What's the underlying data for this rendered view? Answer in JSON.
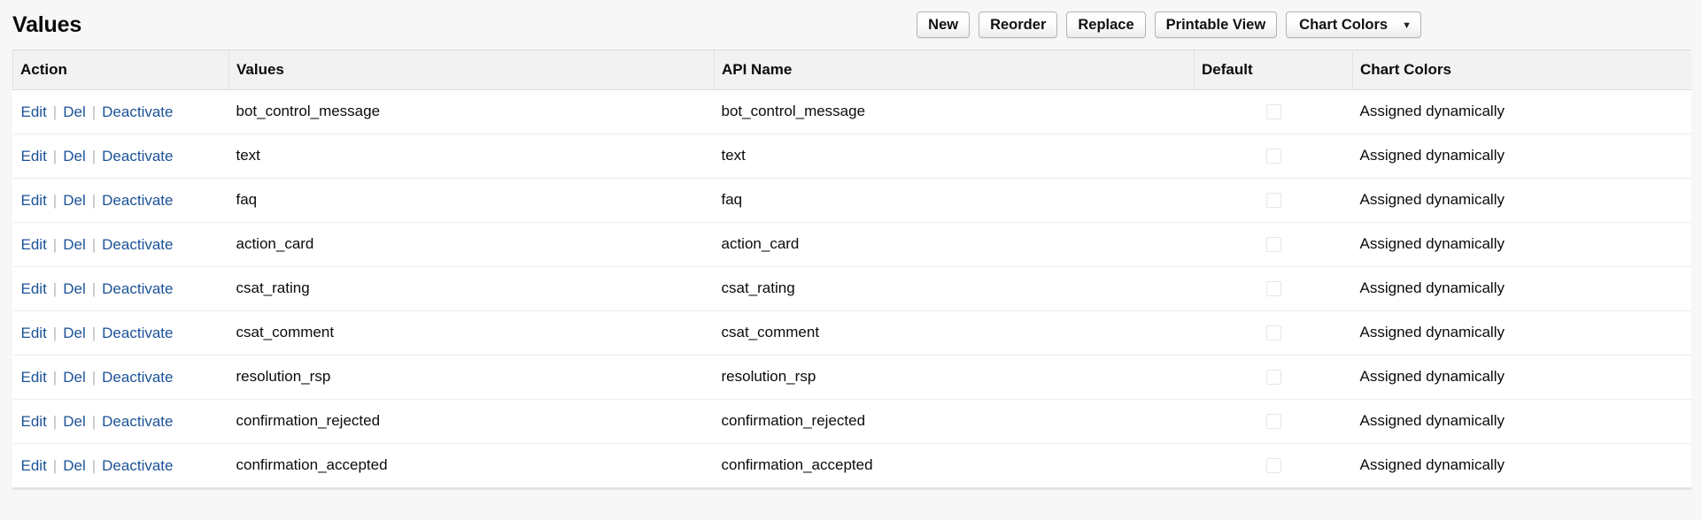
{
  "header": {
    "title": "Values"
  },
  "toolbar": {
    "new_label": "New",
    "reorder_label": "Reorder",
    "replace_label": "Replace",
    "printable_view_label": "Printable View",
    "chart_colors_label": "Chart Colors",
    "chart_colors_caret": "▼"
  },
  "table": {
    "columns": [
      {
        "key": "action",
        "label": "Action"
      },
      {
        "key": "values",
        "label": "Values"
      },
      {
        "key": "api",
        "label": "API Name"
      },
      {
        "key": "default",
        "label": "Default"
      },
      {
        "key": "chart",
        "label": "Chart Colors"
      }
    ],
    "actions": {
      "edit_label": "Edit",
      "del_label": "Del",
      "deactivate_label": "Deactivate",
      "separator": "|"
    },
    "rows": [
      {
        "value": "bot_control_message",
        "api_name": "bot_control_message",
        "default_checked": false,
        "chart_colors": "Assigned dynamically"
      },
      {
        "value": "text",
        "api_name": "text",
        "default_checked": false,
        "chart_colors": "Assigned dynamically"
      },
      {
        "value": "faq",
        "api_name": "faq",
        "default_checked": false,
        "chart_colors": "Assigned dynamically"
      },
      {
        "value": "action_card",
        "api_name": "action_card",
        "default_checked": false,
        "chart_colors": "Assigned dynamically"
      },
      {
        "value": "csat_rating",
        "api_name": "csat_rating",
        "default_checked": false,
        "chart_colors": "Assigned dynamically"
      },
      {
        "value": "csat_comment",
        "api_name": "csat_comment",
        "default_checked": false,
        "chart_colors": "Assigned dynamically"
      },
      {
        "value": "resolution_rsp",
        "api_name": "resolution_rsp",
        "default_checked": false,
        "chart_colors": "Assigned dynamically"
      },
      {
        "value": "confirmation_rejected",
        "api_name": "confirmation_rejected",
        "default_checked": false,
        "chart_colors": "Assigned dynamically"
      },
      {
        "value": "confirmation_accepted",
        "api_name": "confirmation_accepted",
        "default_checked": false,
        "chart_colors": "Assigned dynamically"
      }
    ]
  },
  "colors": {
    "link": "#1b5297",
    "page_background": "#f7f7f7",
    "header_row_background": "#f2f2f2",
    "row_background": "#ffffff",
    "row_divider": "#ececec",
    "text": "#0b0b0b"
  }
}
